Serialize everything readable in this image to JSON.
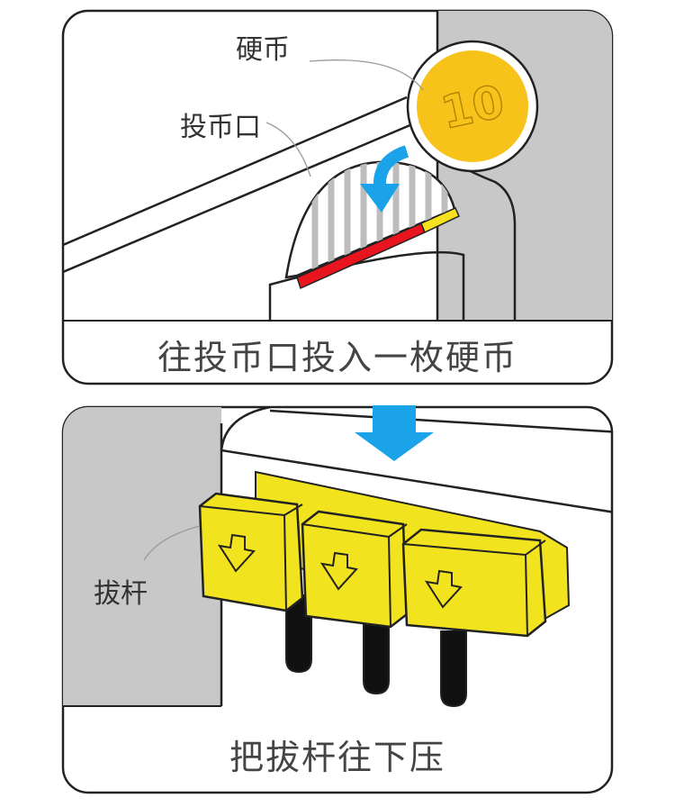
{
  "panel_top": {
    "callout_coin": "硬币",
    "callout_slot": "投币口",
    "coin_value": "10",
    "caption": "往投币口投入一枚硬币"
  },
  "panel_bottom": {
    "callout_lever": "拔杆",
    "caption": "把拔杆往下压",
    "lever_count": 3
  },
  "colors": {
    "panel_border": "#222222",
    "gray_wall": "#c8c8c8",
    "coin_fill": "#f7c21a",
    "coin_rim": "#ffffff",
    "slot_red": "#e8141e",
    "slot_yellow": "#f5e11e",
    "arrow_blue": "#1aa3e8",
    "lever_yellow": "#f2e31f",
    "handle_black": "#111111"
  }
}
